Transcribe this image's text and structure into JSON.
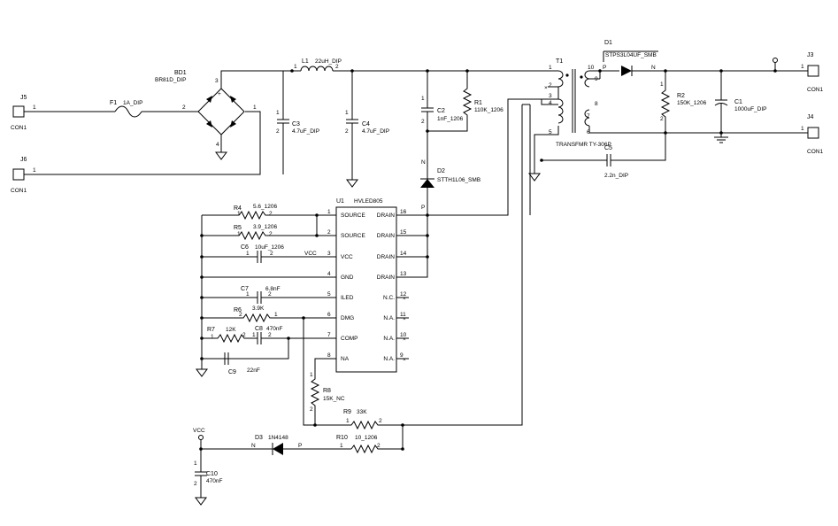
{
  "connectors": {
    "j5": {
      "ref": "J5",
      "val": "CON1",
      "pin": "1"
    },
    "j6": {
      "ref": "J6",
      "val": "CON1",
      "pin": "1"
    },
    "j3": {
      "ref": "J3",
      "val": "CON1",
      "pin": "1"
    },
    "j4": {
      "ref": "J4",
      "val": "CON1",
      "pin": "1"
    }
  },
  "fuse": {
    "ref": "F1",
    "val": "1A_DIP",
    "p1": "1",
    "p2": "2"
  },
  "bridge": {
    "ref": "BD1",
    "val": "BR81D_DIP",
    "p1": "1",
    "p2": "2",
    "p3": "3",
    "p4": "4"
  },
  "inductor": {
    "ref": "L1",
    "val": "22uH_DIP",
    "p1": "1",
    "p2": "2"
  },
  "caps": {
    "c3": {
      "ref": "C3",
      "val": "4.7uF_DIP",
      "p1": "1",
      "p2": "2"
    },
    "c4": {
      "ref": "C4",
      "val": "4.7uF_DIP",
      "p1": "1",
      "p2": "2"
    },
    "c2": {
      "ref": "C2",
      "val": "1nF_1206",
      "p1": "1",
      "p2": "2"
    },
    "c1": {
      "ref": "C1",
      "val": "1000uF_DIP"
    },
    "c5": {
      "ref": "C5",
      "val": "2.2n_DIP"
    },
    "c6": {
      "ref": "C6",
      "val": "10uF_1206",
      "p1": "1",
      "p2": "2"
    },
    "c7": {
      "ref": "C7",
      "val": "6.8nF",
      "p1": "1",
      "p2": "2"
    },
    "c8": {
      "ref": "C8",
      "val": "470nF",
      "p1": "1",
      "p2": "2"
    },
    "c9": {
      "ref": "C9",
      "val": "22nF"
    },
    "c10": {
      "ref": "C10",
      "val": "470nF",
      "p1": "1",
      "p2": "2"
    }
  },
  "resistors": {
    "r1": {
      "ref": "R1",
      "val": "110K_1206"
    },
    "r2": {
      "ref": "R2",
      "val": "150K_1206",
      "p1": "1",
      "p2": "2"
    },
    "r4": {
      "ref": "R4",
      "val": "5.6_1206",
      "p1": "1",
      "p2": "2"
    },
    "r5": {
      "ref": "R5",
      "val": "3.9_1206",
      "p1": "1",
      "p2": "2"
    },
    "r6": {
      "ref": "R6",
      "val": "3.9K",
      "p1": "2",
      "p2": "1"
    },
    "r7": {
      "ref": "R7",
      "val": "12K",
      "p1": "1",
      "p2": "2"
    },
    "r8": {
      "ref": "R8",
      "val": "15K_NC",
      "p1": "1",
      "p2": "2"
    },
    "r9": {
      "ref": "R9",
      "val": "33K",
      "p1": "1",
      "p2": "2"
    },
    "r10": {
      "ref": "R10",
      "val": "10_1206",
      "p1": "1",
      "p2": "2"
    }
  },
  "diodes": {
    "d1": {
      "ref": "D1",
      "val": "STPS3L04UF_SMB",
      "p": "P",
      "n": "N"
    },
    "d2": {
      "ref": "D2",
      "val": "STTH1L06_SMB",
      "p1": "N",
      "p2": "P"
    },
    "d3": {
      "ref": "D3",
      "val": "1N4148",
      "n": "N",
      "p": "P"
    }
  },
  "transformer": {
    "ref": "T1",
    "val": "TRANSFMR TY-306P",
    "pins": [
      "1",
      "2",
      "3",
      "4",
      "5",
      "10",
      "9",
      "8",
      "7",
      "6"
    ]
  },
  "ic": {
    "ref": "U1",
    "val": "HVLED805",
    "left": [
      {
        "num": "1",
        "name": "SOURCE"
      },
      {
        "num": "2",
        "name": "SOURCE"
      },
      {
        "num": "3",
        "name": "VCC"
      },
      {
        "num": "4",
        "name": "GND"
      },
      {
        "num": "5",
        "name": "ILED"
      },
      {
        "num": "6",
        "name": "DMG"
      },
      {
        "num": "7",
        "name": "COMP"
      },
      {
        "num": "8",
        "name": "NA"
      }
    ],
    "right": [
      {
        "num": "16",
        "name": "DRAIN"
      },
      {
        "num": "15",
        "name": "DRAIN"
      },
      {
        "num": "14",
        "name": "DRAIN"
      },
      {
        "num": "13",
        "name": "DRAIN"
      },
      {
        "num": "12",
        "name": "N.C."
      },
      {
        "num": "11",
        "name": "N.A."
      },
      {
        "num": "10",
        "name": "N.A."
      },
      {
        "num": "9",
        "name": "N.A."
      }
    ]
  },
  "nets": {
    "vcc_label": "VCC",
    "vcc_port": "VCC"
  }
}
